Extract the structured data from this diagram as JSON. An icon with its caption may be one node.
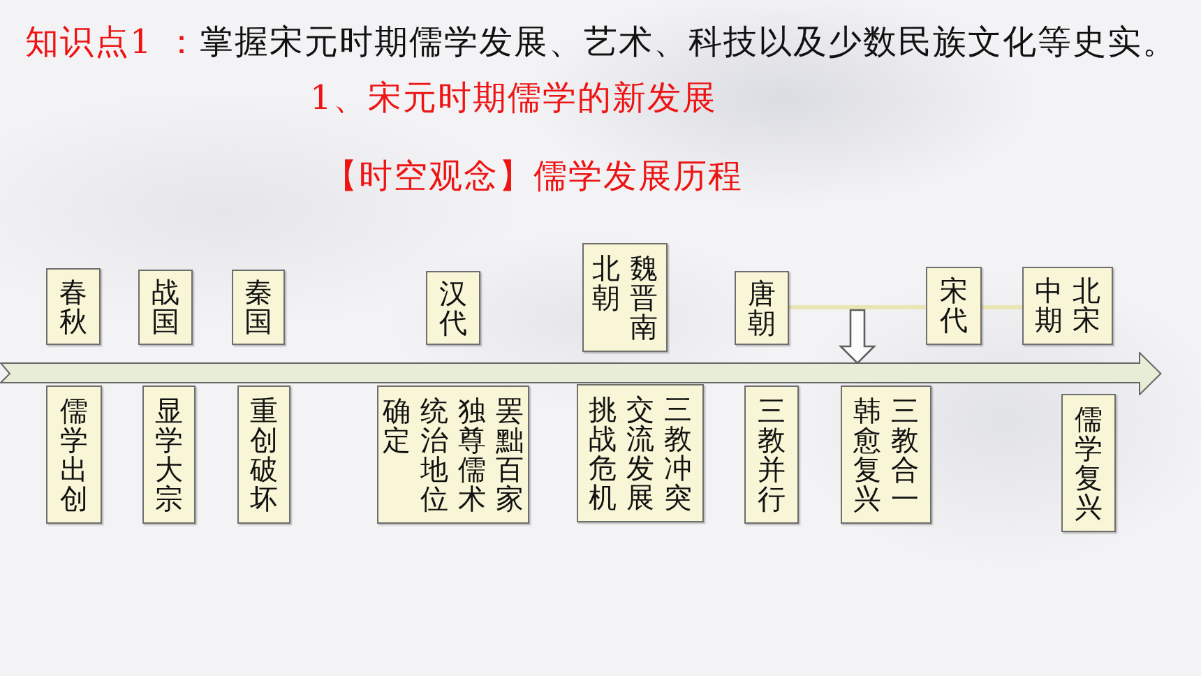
{
  "diagram": {
    "title": "【时空观念】儒学发展历程",
    "nodes": [
      {
        "text": [
          "春秋"
        ]
      },
      {
        "text": [
          "战国"
        ]
      },
      {
        "text": [
          "秦国"
        ]
      },
      {
        "text": [
          "汉代"
        ]
      },
      {
        "text": [
          "魏晋南北朝"
        ]
      },
      {
        "text": [
          "唐朝"
        ]
      },
      {
        "text": [
          "宋代"
        ]
      },
      {
        "text": [
          "北宋中期"
        ]
      },
      {
        "text": [],
        "shape": "arrow"
      },
      {
        "text": [
          "儒学出创"
        ]
      },
      {
        "text": [
          "显学大宗"
        ]
      },
      {
        "text": [
          "重创破坏"
        ]
      },
      {
        "text": [
          "罢黜百家独尊儒术统治地位确定"
        ]
      },
      {
        "text": [
          "三教冲突交流发展挑战危机"
        ]
      },
      {
        "text": [
          "三教并行"
        ]
      },
      {
        "text": [
          "三教合一韩愈复兴"
        ]
      },
      {
        "text": [
          "儒学复兴"
        ]
      }
    ],
    "edges": [
      {
        "from": 5,
        "to": 6,
        "arrow": "none"
      },
      {
        "from": 6,
        "to": 7,
        "arrow": "none"
      },
      {
        "from": null,
        "to": 8,
        "arrow": "to",
        "style": "thick",
        "color": "#5e5e5e"
      }
    ],
    "labels": [
      "知识点1 ：",
      "掌握宋元时期儒学发展、艺术、科技以及少数民族文化等史实。",
      "1、宋元时期儒学的新发展"
    ]
  }
}
